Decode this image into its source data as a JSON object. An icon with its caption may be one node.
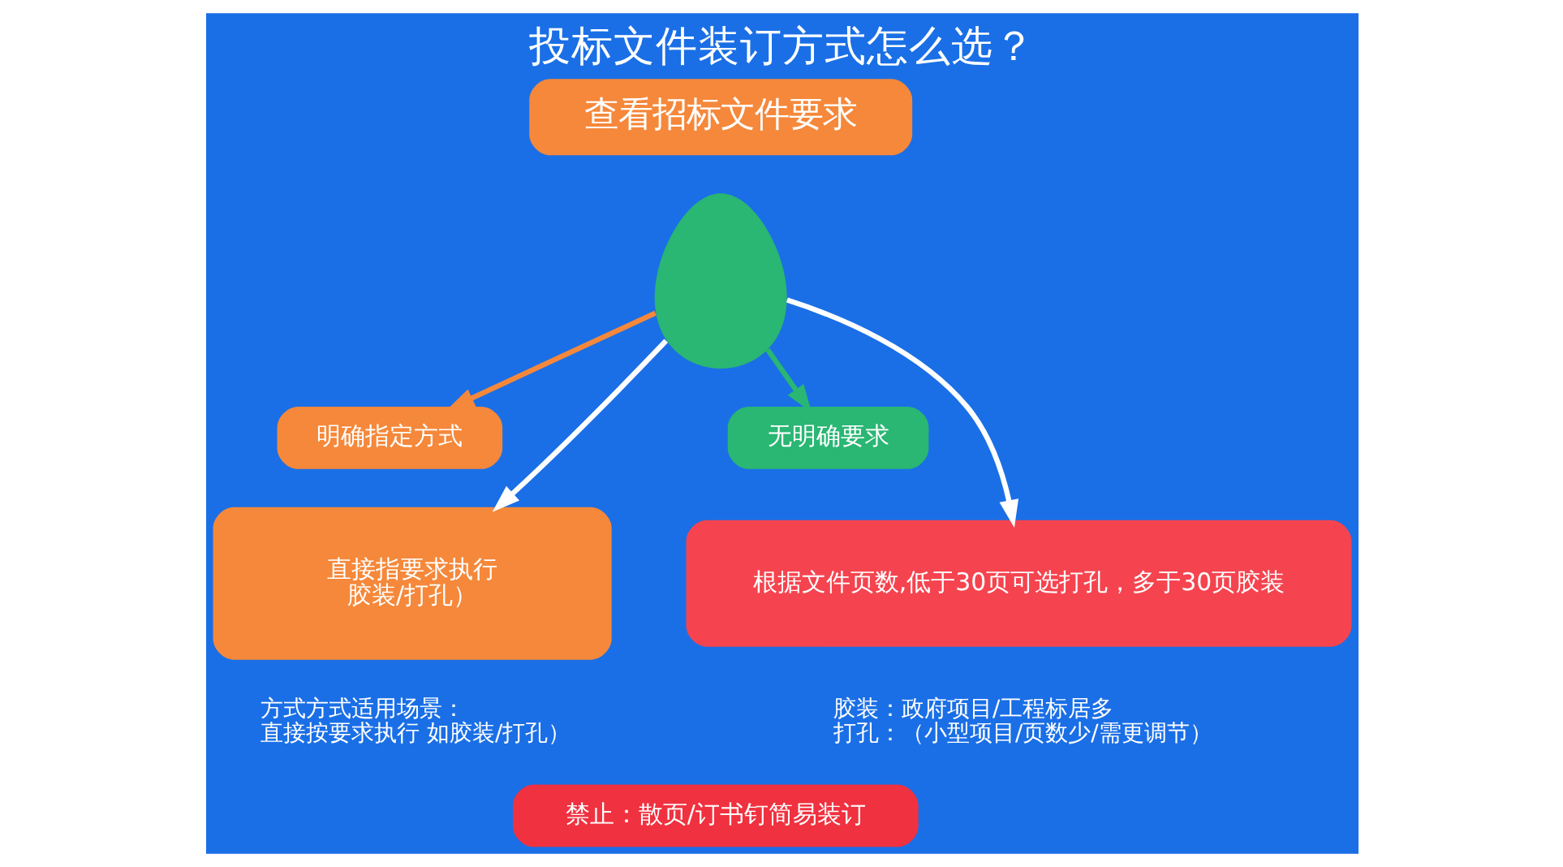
{
  "diagram": {
    "title": "投标文件装订方式怎么选？",
    "nodes": [
      {
        "text": [
          "查看招标文件要求"
        ]
      },
      {
        "text": [],
        "shape": "picture"
      },
      {
        "text": [
          "明确指定方式"
        ]
      },
      {
        "text": [
          "无明确要求"
        ]
      },
      {
        "text": [
          "直接指要求执行",
          "胶装/打孔）"
        ],
        "beside": [
          "方式方式适用场景：",
          "直接按要求执行 如胶装/打孔）"
        ]
      },
      {
        "text": [
          "根据文件页数,低于30页可选打孔，多于30页胶装"
        ],
        "beside": [
          "胶装：政府项目/工程标居多",
          "打孔：（小型项目/页数少/需更调节）"
        ]
      },
      {
        "text": [
          "禁止：散页/订书钉简易装订"
        ]
      }
    ],
    "edges": [
      {
        "from": 1,
        "to": 2,
        "arrow": "to",
        "color": "#f5883a"
      },
      {
        "from": 1,
        "to": 3,
        "arrow": "to",
        "color": "#2ab673"
      },
      {
        "from": 1,
        "to": 4,
        "arrow": "to"
      },
      {
        "from": 1,
        "to": 5,
        "arrow": "to"
      }
    ]
  }
}
